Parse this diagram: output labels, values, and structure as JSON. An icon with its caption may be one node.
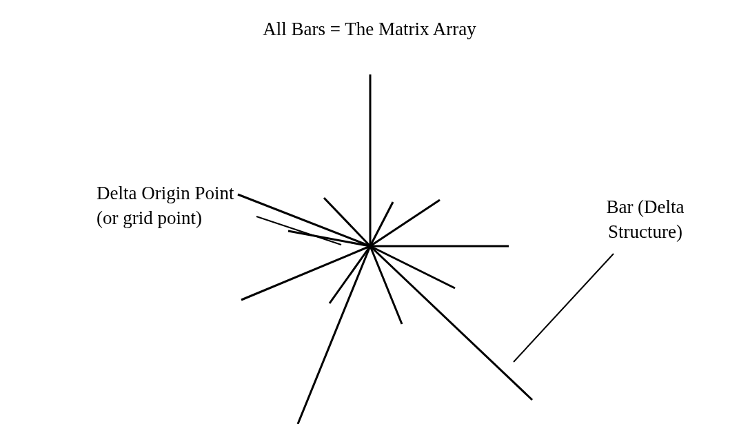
{
  "diagram": {
    "title": "All Bars = The Matrix Array",
    "nodes": [
      {
        "text": [
          "Delta Origin Point (or grid point)"
        ]
      },
      {
        "text": [
          "Bar (Delta Structure)"
        ]
      }
    ],
    "edges": [
      {
        "from": 0,
        "to": null,
        "arrow": "none"
      },
      {
        "from": 1,
        "to": null,
        "arrow": "none"
      }
    ]
  }
}
